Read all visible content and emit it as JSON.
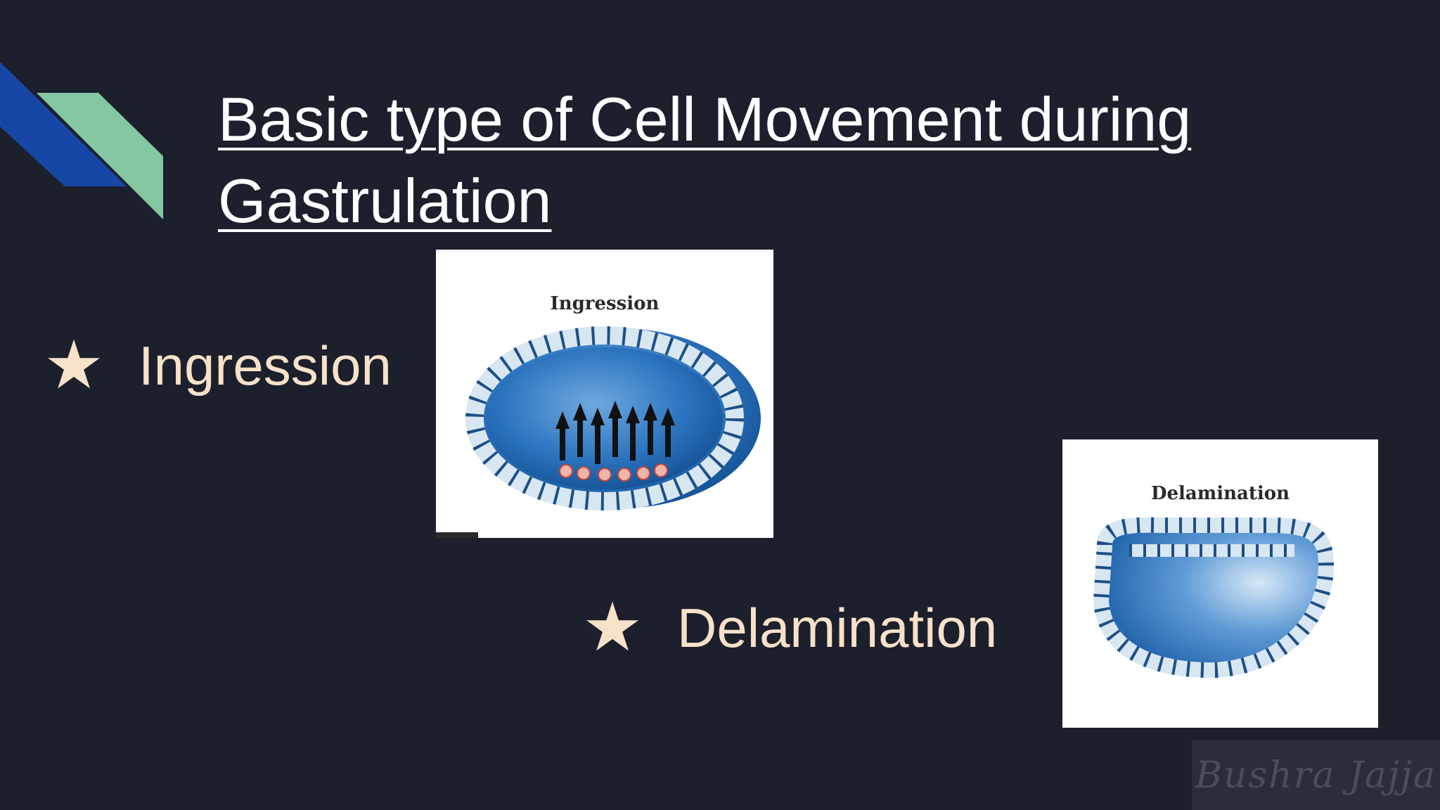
{
  "slide": {
    "title": "Basic type of Cell Movement during Gastrulation",
    "bullets": [
      {
        "icon": "star-icon",
        "glyph": "★",
        "label": "Ingression"
      },
      {
        "icon": "star-icon",
        "glyph": "★",
        "label": "Delamination"
      }
    ],
    "figures": {
      "ingression_caption": "Ingression",
      "delamination_caption": "Delamination"
    },
    "watermark": "Bushra Jajja"
  },
  "colors": {
    "background": "#1c1f2c",
    "accent_blue": "#1747a6",
    "accent_green": "#84c7a2",
    "bullet_text": "#f7e1c9",
    "title_text": "#ffffff"
  }
}
